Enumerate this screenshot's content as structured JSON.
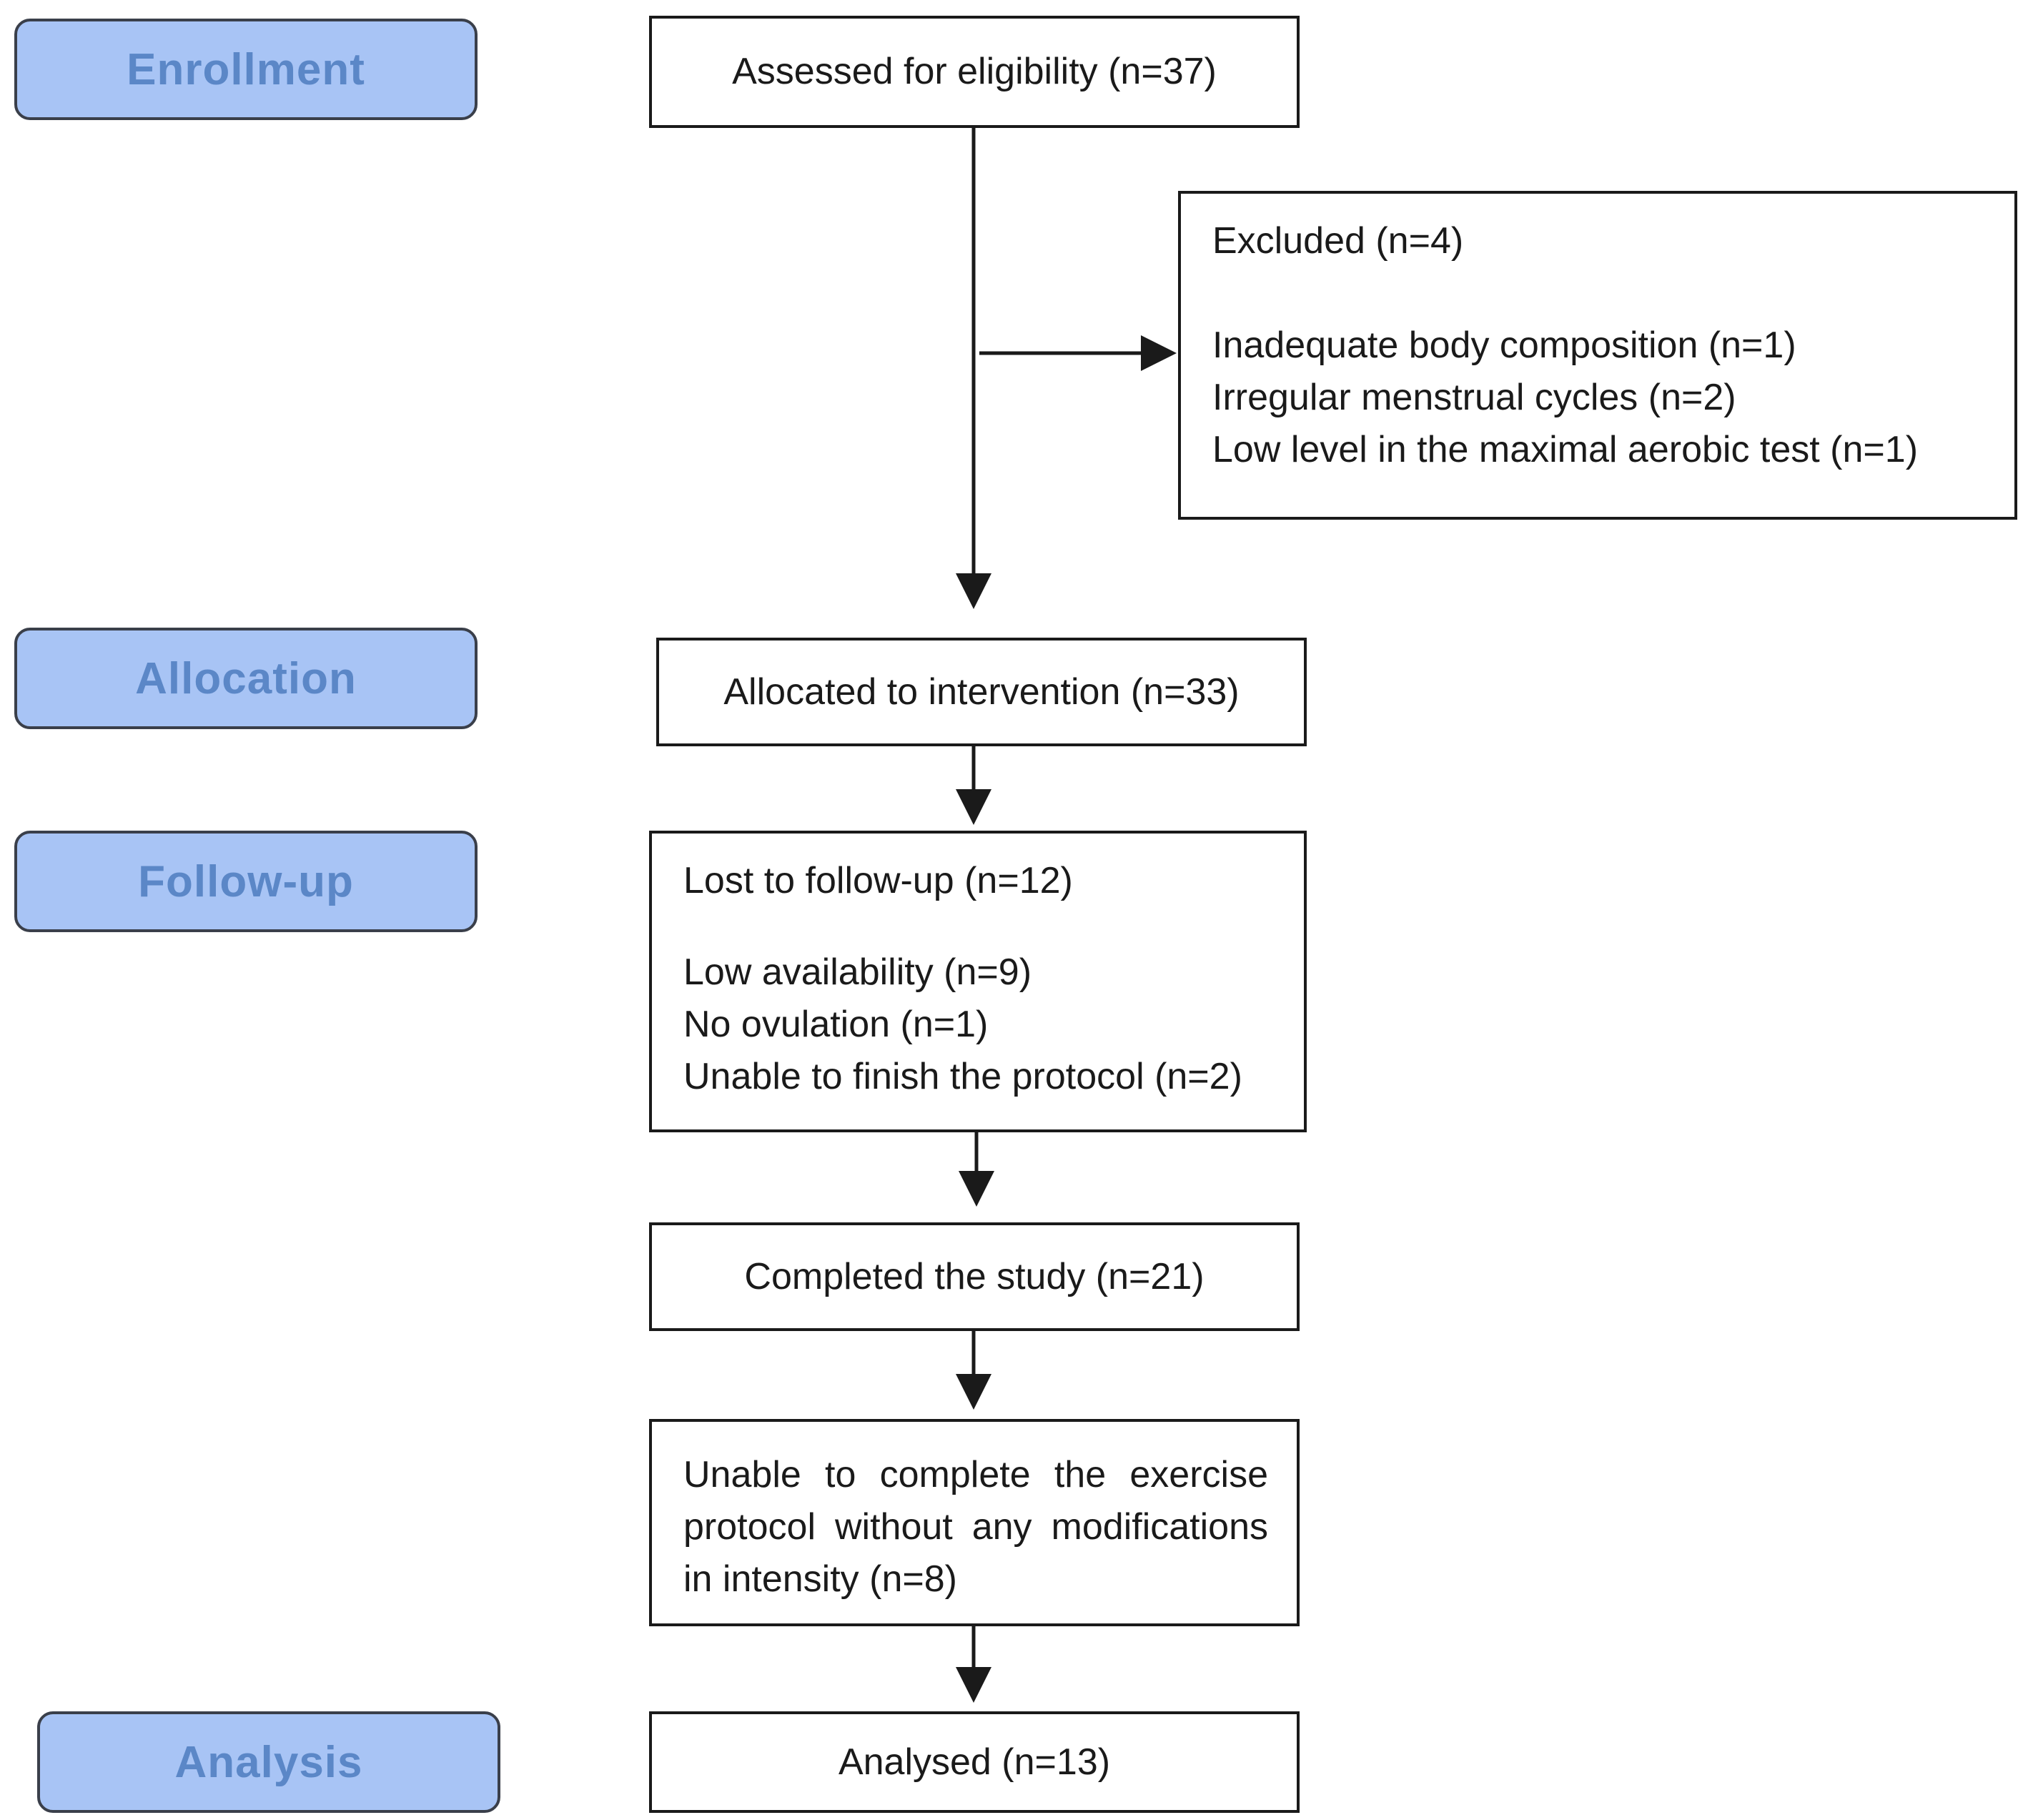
{
  "stages": {
    "enrollment": "Enrollment",
    "allocation": "Allocation",
    "follow_up": "Follow-up",
    "analysis": "Analysis"
  },
  "boxes": {
    "assessed": "Assessed for eligibility (n=37)",
    "excluded": {
      "title": "Excluded (n=4)",
      "items": [
        "Inadequate body composition (n=1)",
        "Irregular menstrual cycles (n=2)",
        "Low level in the maximal aerobic test (n=1)"
      ]
    },
    "allocated": "Allocated to intervention (n=33)",
    "lost": {
      "title": "Lost to follow-up (n=12)",
      "items": [
        "Low availability (n=9)",
        "No ovulation (n=1)",
        "Unable to finish the protocol (n=2)"
      ]
    },
    "completed": "Completed the study (n=21)",
    "unable": "Unable to complete the exercise protocol without any modifications in intensity (n=8)",
    "analysed": "Analysed (n=13)"
  },
  "colors": {
    "stage_fill": "#a8c4f5",
    "stage_text": "#5b87c7",
    "stage_border": "#3a3f4a",
    "box_border": "#1a1a1a"
  }
}
